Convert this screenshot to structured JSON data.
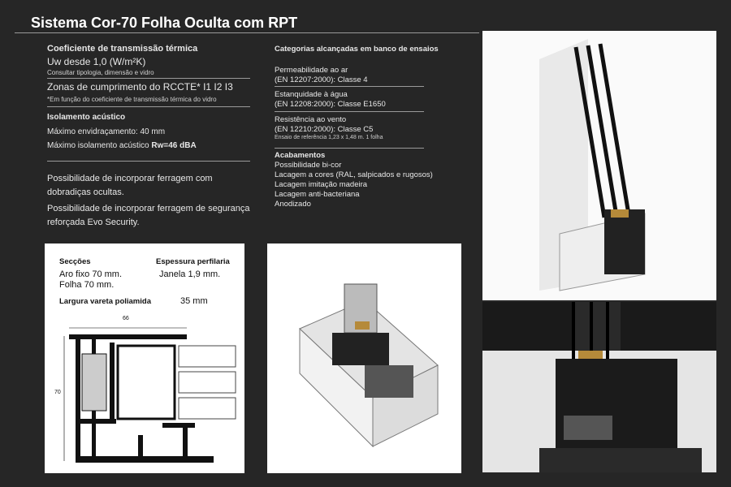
{
  "title": "Sistema Cor-70 Folha Oculta com RPT",
  "left": {
    "thermal_heading": "Coeficiente de transmissão térmica",
    "uw": "Uw desde  1,0  (W/m²K)",
    "uw_note": "Consultar tipologia, dimensão e vidro",
    "zones": "Zonas  de  cumprimento  do  RCCTE*  I1  I2  I3",
    "zones_note": "*Em função do coeficiente de transmissão térmica do vidro",
    "acoustic_heading": "Isolamento acústico",
    "glazing": "Máximo  envidraçamento:  40  mm",
    "acoustic_label": "Máximo  isolamento  acústico ",
    "acoustic_value": "Rw=46  dBA",
    "hardware1": "Possibilidade de incorporar ferragem com dobradiças ocultas.",
    "hardware2": "Possibilidade de incorporar ferragem de segurança reforçada  Evo Security."
  },
  "right": {
    "heading": "Categorias alcançadas em banco de ensaios",
    "air": [
      "Permeabilidade  ao  ar",
      "(EN 12207:2000):  Classe 4"
    ],
    "water": [
      "Estanquidade  à  água",
      "(EN 12208:2000): Classe E1650"
    ],
    "wind": [
      "Resistência  ao  vento",
      "(EN 12210:2000): Classe C5"
    ],
    "wind_note": "Ensaio de referência 1,23 x 1,48 m. 1 folha",
    "finishes_heading": "Acabamentos",
    "finishes": [
      "Possibilidade bi-cor",
      "Lacagem a cores (RAL, salpicados e rugosos)",
      "Lacagem imitação madeira",
      "Lacagem anti-bacteriana",
      "Anodizado"
    ]
  },
  "section": {
    "sections_label": "Secções",
    "frame": "Aro fixo  70  mm.",
    "sash": "Folha 70  mm.",
    "thickness_label": "Espessura perfilaria",
    "thickness": "Janela 1,9 mm.",
    "polyamide_label": "Largura vareta poliamida",
    "polyamide": "35 mm",
    "dim_width": "66",
    "dim_height": "70"
  }
}
